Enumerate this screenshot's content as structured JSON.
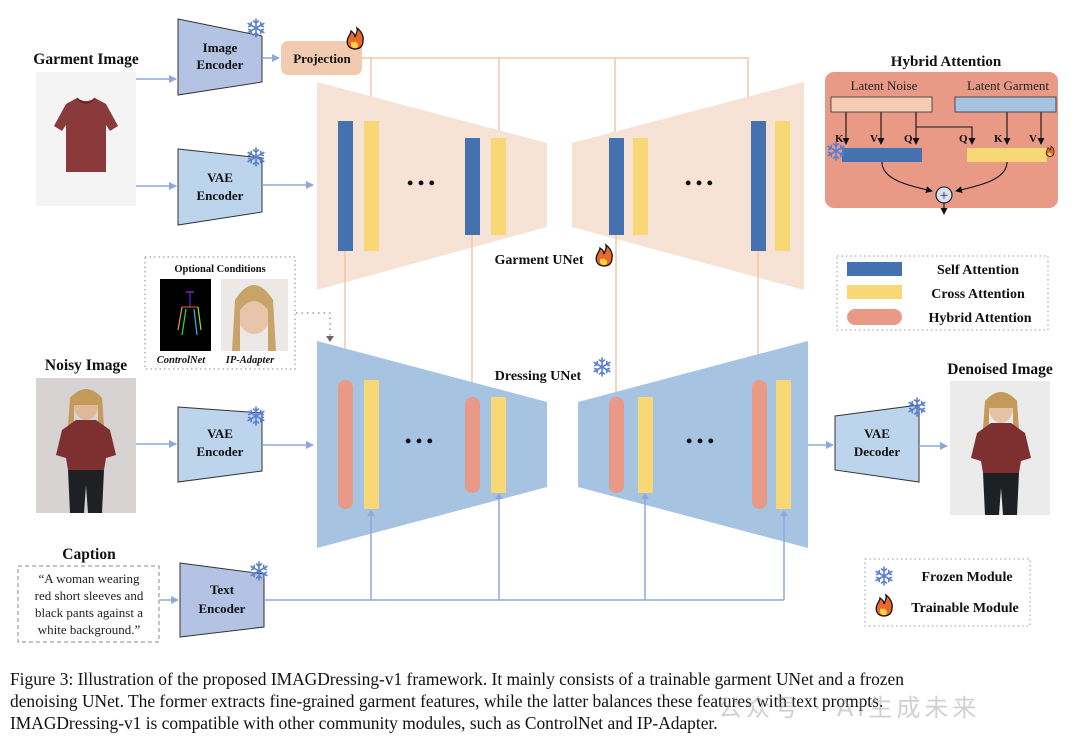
{
  "figure": {
    "inputs": {
      "garment_image_title": "Garment Image",
      "noisy_image_title": "Noisy Image",
      "denoised_image_title": "Denoised Image",
      "caption_title": "Caption",
      "caption_lines": [
        "“A woman wearing",
        "red short sleeves and",
        "black pants against a",
        "white background.”"
      ]
    },
    "modules": {
      "image_encoder": [
        "Image",
        "Encoder"
      ],
      "vae_encoder_top": [
        "VAE",
        "Encoder"
      ],
      "vae_encoder_bottom": [
        "VAE",
        "Encoder"
      ],
      "vae_decoder": [
        "VAE",
        "Decoder"
      ],
      "text_encoder": [
        "Text",
        "Encoder"
      ],
      "projection": "Projection",
      "garment_unet": "Garment UNet",
      "dressing_unet": "Dressing UNet",
      "ellipsis": "• • •"
    },
    "optional_conditions": {
      "title": "Optional Conditions",
      "items": [
        "ControlNet",
        "IP-Adapter"
      ]
    },
    "hybrid_attention": {
      "title": "Hybrid Attention",
      "latent_noise": "Latent Noise",
      "latent_garment": "Latent Garment",
      "left_labels": [
        "K",
        "V",
        "Q"
      ],
      "right_labels": [
        "Q",
        "K",
        "V"
      ],
      "sum_symbol": "+"
    },
    "legend_attention": [
      {
        "label": "Self Attention",
        "color": "#4472b0"
      },
      {
        "label": "Cross Attention",
        "color": "#f8d775"
      },
      {
        "label": "Hybrid Attention",
        "color": "#e99a86"
      }
    ],
    "legend_modules": [
      {
        "label": "Frozen Module",
        "icon": "snowflake-icon"
      },
      {
        "label": "Trainable Module",
        "icon": "fire-icon"
      }
    ],
    "colors": {
      "garment_unet_bg": "#f7e3d6",
      "dressing_unet_bg": "#a6c3e2",
      "self_attention": "#4472b0",
      "cross_attention": "#f8d775",
      "hybrid_attention": "#e99a86",
      "projection": "#f0cbb0",
      "encoder_purple": "#b4c2e3",
      "encoder_blue": "#bcd4ec",
      "hybrid_panel": "#e99a86",
      "orange_line": "#f0c8a8",
      "blue_line": "#8fa8dc"
    }
  },
  "caption": {
    "lines": [
      "Figure 3: Illustration of the proposed IMAGDressing-v1 framework. It mainly consists of a trainable garment UNet and a frozen",
      "denoising UNet. The former extracts fine-grained garment features, while the latter balances these features with text prompts.",
      "IMAGDressing-v1 is compatible with other community modules, such as ControlNet and IP-Adapter."
    ]
  },
  "watermark": "公众号 · AI生成未来"
}
